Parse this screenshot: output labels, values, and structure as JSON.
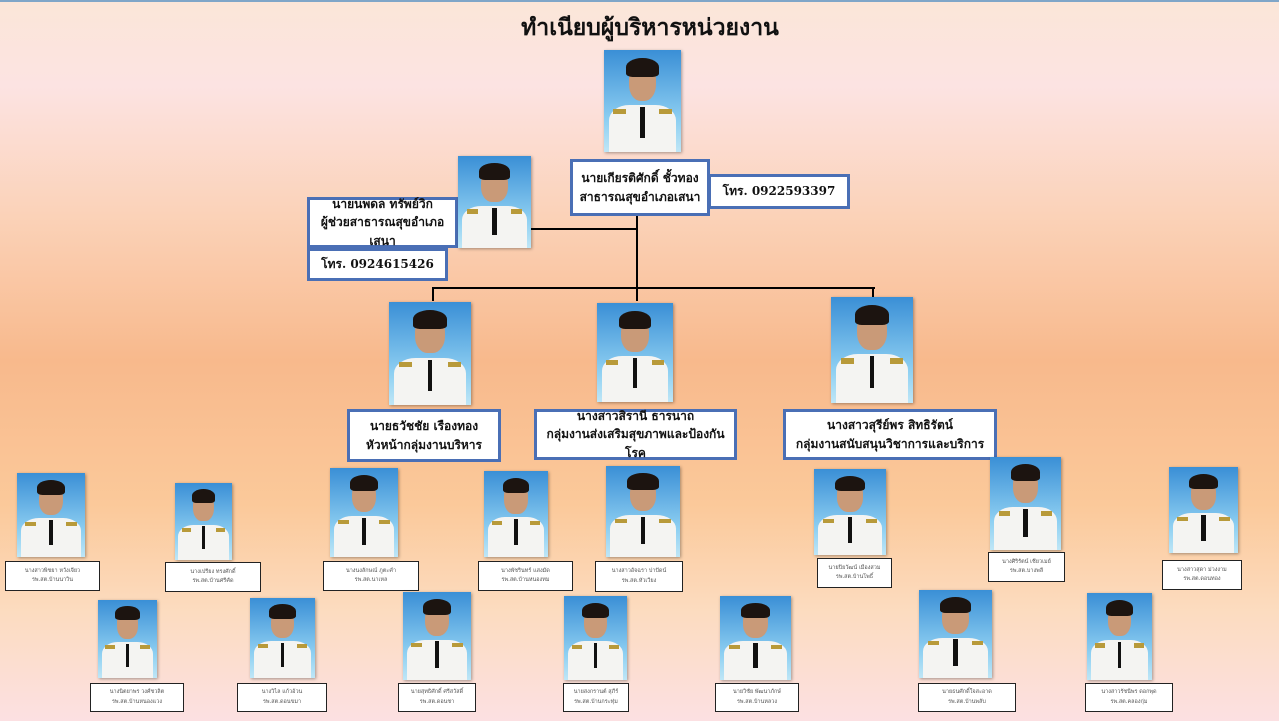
{
  "title": "ทำเนียบผู้บริหารหน่วยงาน",
  "director": {
    "name": "นายเกียรติศักดิ์ ชั้วทอง",
    "position": "สาธารณสุขอำเภอเสนา",
    "phone": "โทร. 0922593397"
  },
  "deputy": {
    "name": "นายนพดล  ทรัพย์วิก",
    "position": "ผู้ช่วยสาธารณสุขอำเภอเสนา",
    "phone": "โทร. 0924615426"
  },
  "group_heads": [
    {
      "name": "นายธวัชชัย  เรืองทอง",
      "position": "หัวหน้ากลุ่มงานบริหาร"
    },
    {
      "name": "นางสาวสิรานี   ธารนาถ",
      "position": "กลุ่มงานส่งเสริมสุขภาพและป้องกันโรค"
    },
    {
      "name": "นางสาวสุรีย์พร  สิทธิรัตน์",
      "position": "กลุ่มงานสนับสนุนวิชาการและบริการ"
    }
  ],
  "staff_row1": [
    {
      "name": "นางสาวพิชยา  หวังเจียว",
      "unit": "รพ.สต.บ้านนาวิน"
    },
    {
      "name": "นางเปรียง ทรงศักดิ์",
      "unit": "รพ.สต.บ้านศรีคัด"
    },
    {
      "name": "นางนงลักษณ์ ภูตะคำ",
      "unit": "รพ.สต.นาเหล"
    },
    {
      "name": "นางพัชรินทร์ แสงมัด",
      "unit": "รพ.สต.บ้านหนองทม"
    },
    {
      "name": "นางสาวอัจฉรา ปาปัดน์",
      "unit": "รพ.สต.หัวเวียง"
    },
    {
      "name": "นายปิยวัฒน์ เมืองสวม",
      "unit": "รพ.สต.บ้านโพธิ์"
    },
    {
      "name": "นางศิริรัตน์  เชียวเมย์",
      "unit": "รพ.สต.บางพลี"
    },
    {
      "name": "นางสาวสุดา ม่วงงาม",
      "unit": "รพ.สต.ดอนทอง"
    }
  ],
  "staff_row2": [
    {
      "name": "นางนิตยาพร  วงศ์ชวลิต",
      "unit": "รพ.สต.บ้านหนองแวง"
    },
    {
      "name": "นางวิไล  แก้วอ้วน",
      "unit": "รพ.สต.ดอนขมา"
    },
    {
      "name": "นายสุทธิศักดิ์ ศรีสวัสดิ์",
      "unit": "รพ.สต.ดอนชา"
    },
    {
      "name": "นายสงกรานต์   สุภีร์",
      "unit": "รพ.สต.บ้านกระทุ่ม"
    },
    {
      "name": "นายวิชัย  พัฒนาภักษ์",
      "unit": "รพ.สต.บ้านหลวง"
    },
    {
      "name": "นายธนศักดิ์ใจสะอาด",
      "unit": "รพ.สต.บ้านพลับ"
    },
    {
      "name": "นางสาวรัชนีพร  ดอกพุด",
      "unit": "รพ.สต.คลองกุ่ม"
    }
  ],
  "colors": {
    "box_border": "#4a6fb5",
    "connector": "#000000"
  }
}
